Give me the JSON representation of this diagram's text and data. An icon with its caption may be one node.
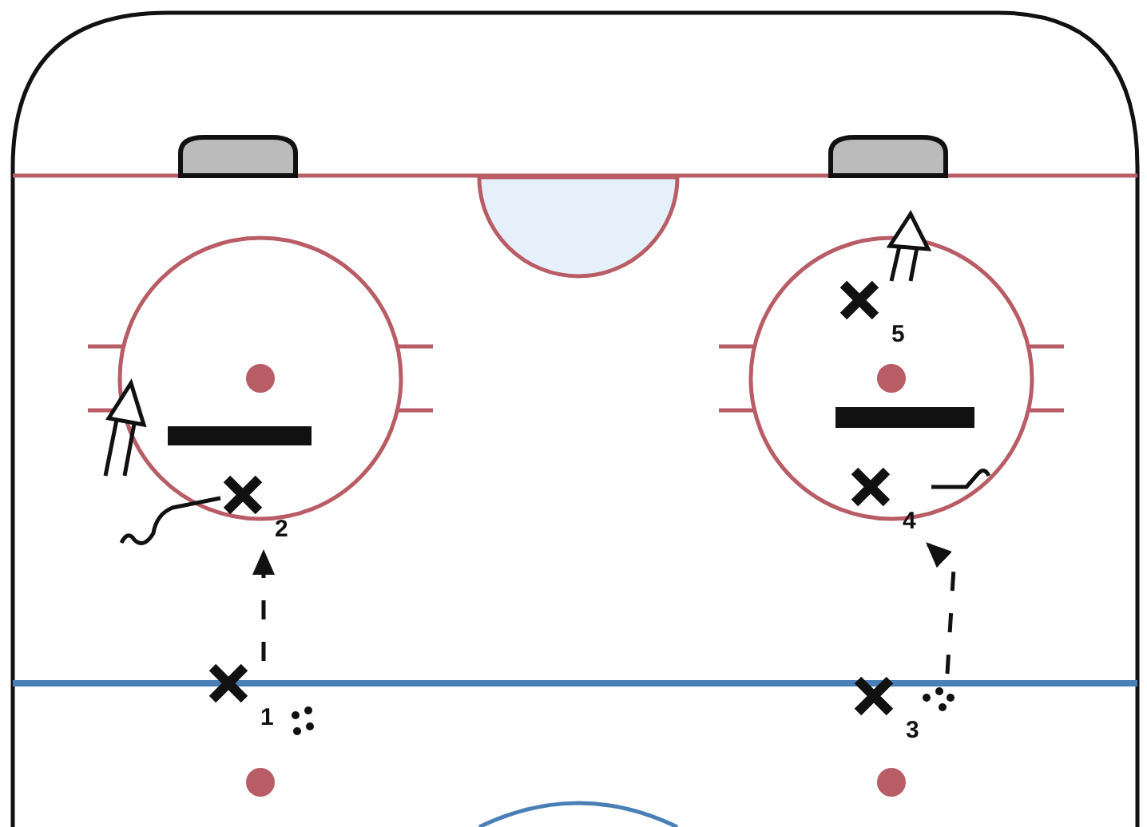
{
  "diagram": {
    "nodes": [
      {
        "text": [
          "5"
        ]
      },
      {
        "text": [
          "2"
        ]
      },
      {
        "text": [
          "4"
        ]
      },
      {
        "text": [
          "1"
        ]
      },
      {
        "text": [
          "3"
        ]
      },
      {
        "text": [],
        "shape": "box"
      },
      {
        "text": [],
        "shape": "box"
      }
    ],
    "edges": [
      {
        "from": 3,
        "to": 1,
        "arrow": "to",
        "style": "dashed"
      },
      {
        "from": 4,
        "to": 2,
        "arrow": "to",
        "style": "dashed"
      },
      {
        "from": 1,
        "to": null,
        "arrow": "none"
      },
      {
        "from": 2,
        "to": null,
        "arrow": "none"
      },
      {
        "from": 0,
        "to": null,
        "arrow": "to"
      }
    ]
  }
}
